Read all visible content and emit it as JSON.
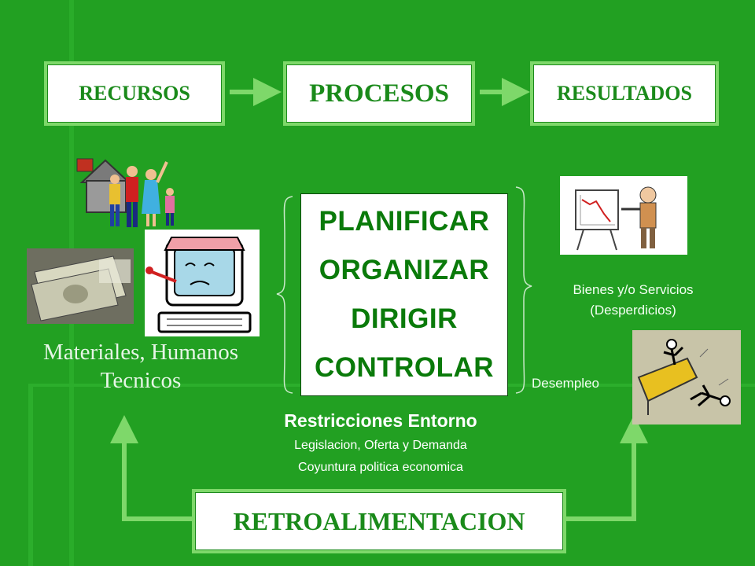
{
  "flow": {
    "recursos": "RECURSOS",
    "procesos": "PROCESOS",
    "resultados": "RESULTADOS"
  },
  "process_steps": [
    "PLANIFICAR",
    "ORGANIZAR",
    "DIRIGIR",
    "CONTROLAR"
  ],
  "inputs": {
    "line1": "Materiales, Humanos",
    "line2": "Tecnicos"
  },
  "outputs": {
    "line1": "Bienes y/o Servicios",
    "line2": "(Desperdicios)",
    "desempleo": "Desempleo"
  },
  "restrictions": {
    "title": "Restricciones Entorno",
    "line1": "Legislacion, Oferta y Demanda",
    "line2": "Coyuntura politica economica"
  },
  "feedback": "RETROALIMENTACION",
  "colors": {
    "background": "#22a022",
    "box_text": "#1a8a1a",
    "box_border": "#7ed86a",
    "arrow": "#7ed86a",
    "step_text": "#0a7a0a"
  }
}
